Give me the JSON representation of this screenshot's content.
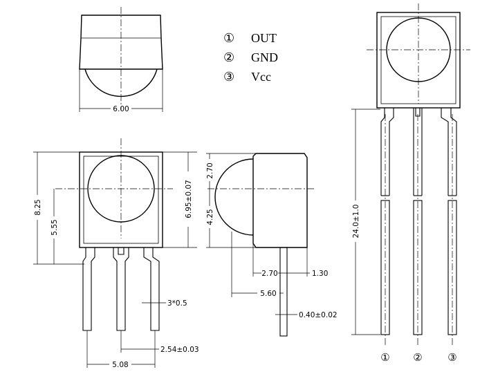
{
  "legend": [
    {
      "symbol": "①",
      "label": "OUT"
    },
    {
      "symbol": "②",
      "label": "GND"
    },
    {
      "symbol": "③",
      "label": "Vcc"
    }
  ],
  "dimensions": {
    "top_width": "6.00",
    "body_height": "8.25",
    "lens_center_height": "5.55",
    "body_total_height": "6.95±0.07",
    "side_top": "2.70",
    "side_lens_height": "4.25",
    "side_lens_depth": "2.70",
    "side_lead_offset": "1.30",
    "side_total_depth": "5.60",
    "lead_thickness": "0.40±0.02",
    "lead_width": "3*0.5",
    "pin_pitch": "2.54±0.03",
    "lead_span": "5.08",
    "lead_length": "24.0±1.0"
  },
  "pin_labels": [
    "①",
    "②",
    "③"
  ]
}
